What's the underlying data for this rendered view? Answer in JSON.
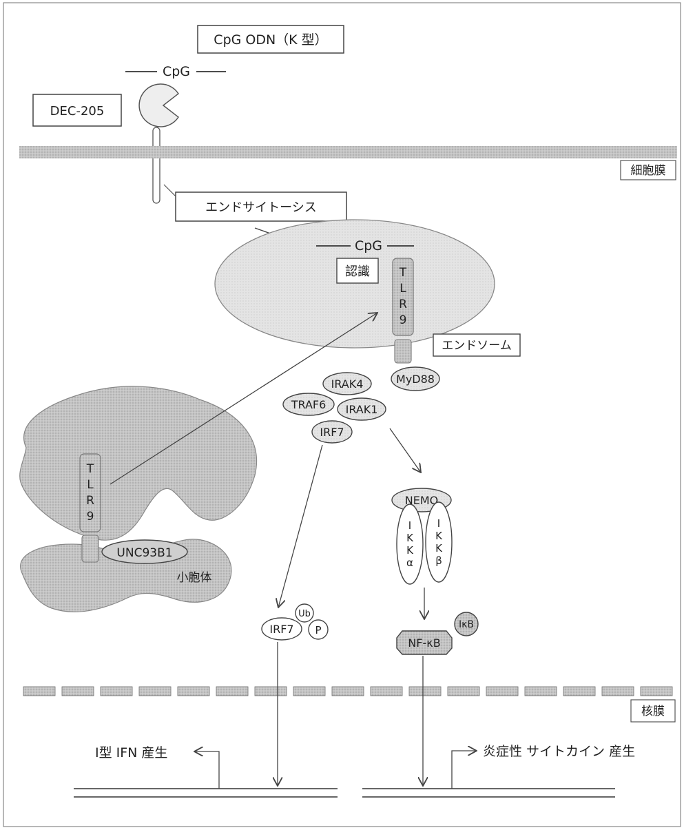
{
  "labels": {
    "cpg_odn": "CpG ODN（K 型）",
    "cpg_top": "CpG",
    "dec205": "DEC-205",
    "cell_membrane": "細胞膜",
    "endocytosis": "エンドサイトーシス",
    "cpg_endosome": "CpG",
    "recognition": "認識",
    "endosome": "エンドソーム",
    "myd88": "MyD88",
    "irak4": "IRAK4",
    "traf6": "TRAF6",
    "irak1": "IRAK1",
    "irf7": "IRF7",
    "unc93b1": "UNC93B1",
    "small_vesicle": "小胞体",
    "nemo": "NEMO",
    "ub": "Ub",
    "p": "P",
    "irf7_nucleus": "IRF7",
    "ikb": "IκB",
    "nfkb": "NF-κB",
    "nuclear_membrane": "核膜",
    "type1_ifn": "I型 IFN 産生",
    "inflammatory": "炎症性 サイトカイン 産生"
  },
  "tlr9_letters": [
    "T",
    "L",
    "R",
    "9"
  ],
  "ikka_letters": [
    "I",
    "K",
    "K",
    "α"
  ],
  "ikkb_letters": [
    "I",
    "K",
    "K",
    "β"
  ],
  "colors": {
    "fill_gray": "#b3b3b3",
    "fill_light": "#cfcfcf",
    "stroke": "#333333",
    "frame": "#777777"
  }
}
